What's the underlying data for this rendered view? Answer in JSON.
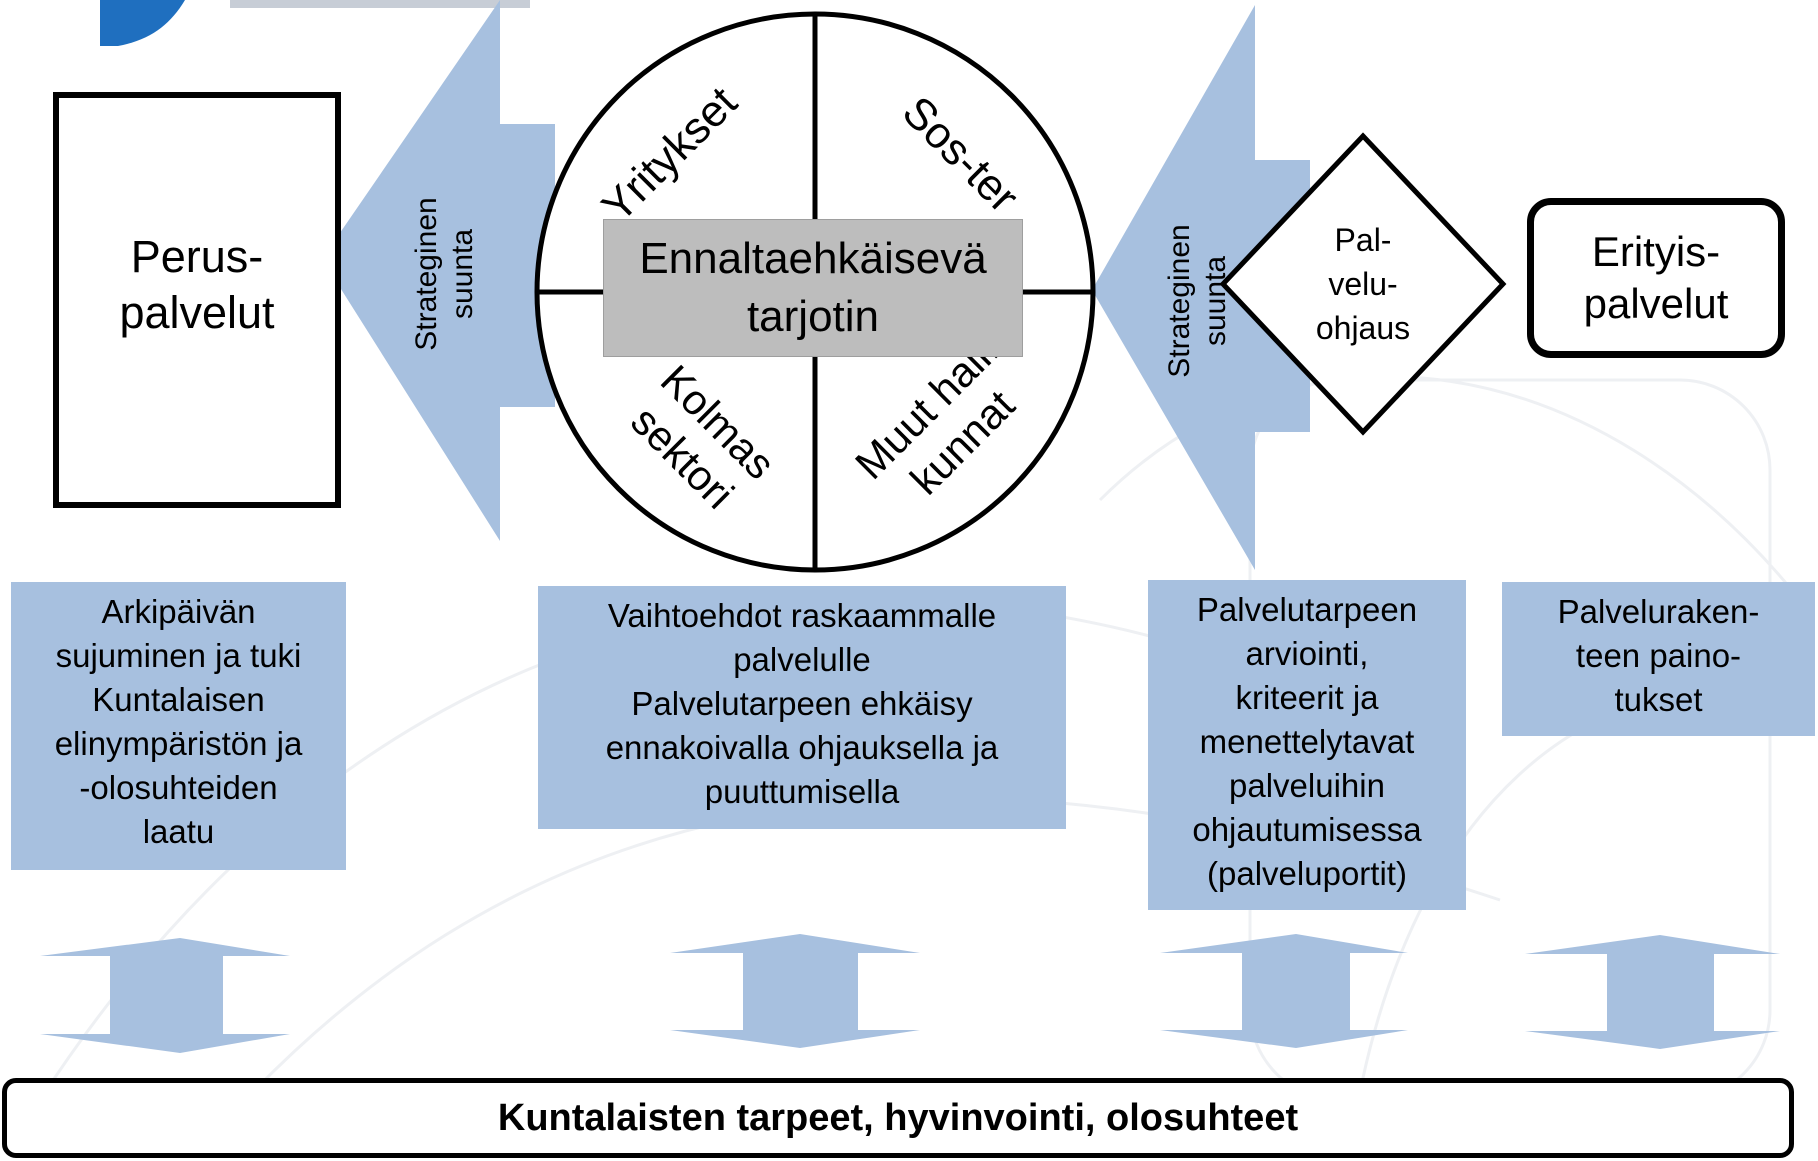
{
  "diagram": {
    "left_box": "Perus-\npalvelut",
    "right_box": "Erityis-\npalvelut",
    "diamond": "Pal-\nvelu-\nohjaus",
    "left_arrow_label": "Strateginen\nsuunta",
    "right_arrow_label": "Strateginen\nsuunta",
    "center_label": "Ennaltaehkäisevä\ntarjotin",
    "circle_sections": {
      "top_left": "Yritykset",
      "top_right": "Sos-ter",
      "bottom_left": "Kolmas\nsektori",
      "bottom_right": "Muut hall.\nkunnat"
    },
    "info_boxes": [
      "Arkipäivän\nsujuminen ja tuki\nKuntalaisen\nelinympäristön ja\n-olosuhteiden\nlaatu",
      "Vaihtoehdot raskaammalle\npalvelulle\nPalvelutarpeen ehkäisy\nennakoivalla ohjauksella ja\npuuttumisella",
      "Palvelutarpeen\narviointi,\nkriteerit ja\nmenettelytavat\npalveluihin\nohjautumisessa\n(palveluportit)",
      "Palveluraken-\nteen paino-\ntukset"
    ],
    "footer": "Kuntalaisten tarpeet, hyvinvointi, olosuhteet"
  },
  "colors": {
    "arrow_blue": "#a7c0df",
    "center_gray": "#bdbdbd",
    "logo_blue": "#1f6fbf"
  }
}
